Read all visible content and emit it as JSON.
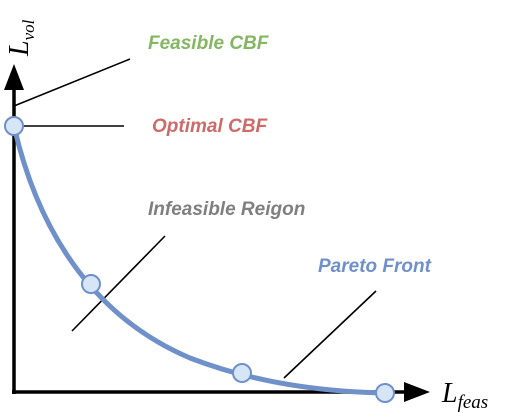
{
  "labels": {
    "feasible_cbf": "Feasible CBF",
    "optimal_cbf": "Optimal CBF",
    "infeasible_region": "Infeasible Reigon",
    "pareto_front": "Pareto Front"
  },
  "axes": {
    "y_label_main": "L",
    "y_label_sub": "vol",
    "x_label_main": "L",
    "x_label_sub": "feas"
  },
  "colors": {
    "feasible": "#84b663",
    "optimal": "#cd6b69",
    "infeasible": "#7f7f7f",
    "pareto": "#6f90c9",
    "marker_fill": "#d6e6f7",
    "marker_stroke": "#6f90c9",
    "axis": "#000000"
  }
}
